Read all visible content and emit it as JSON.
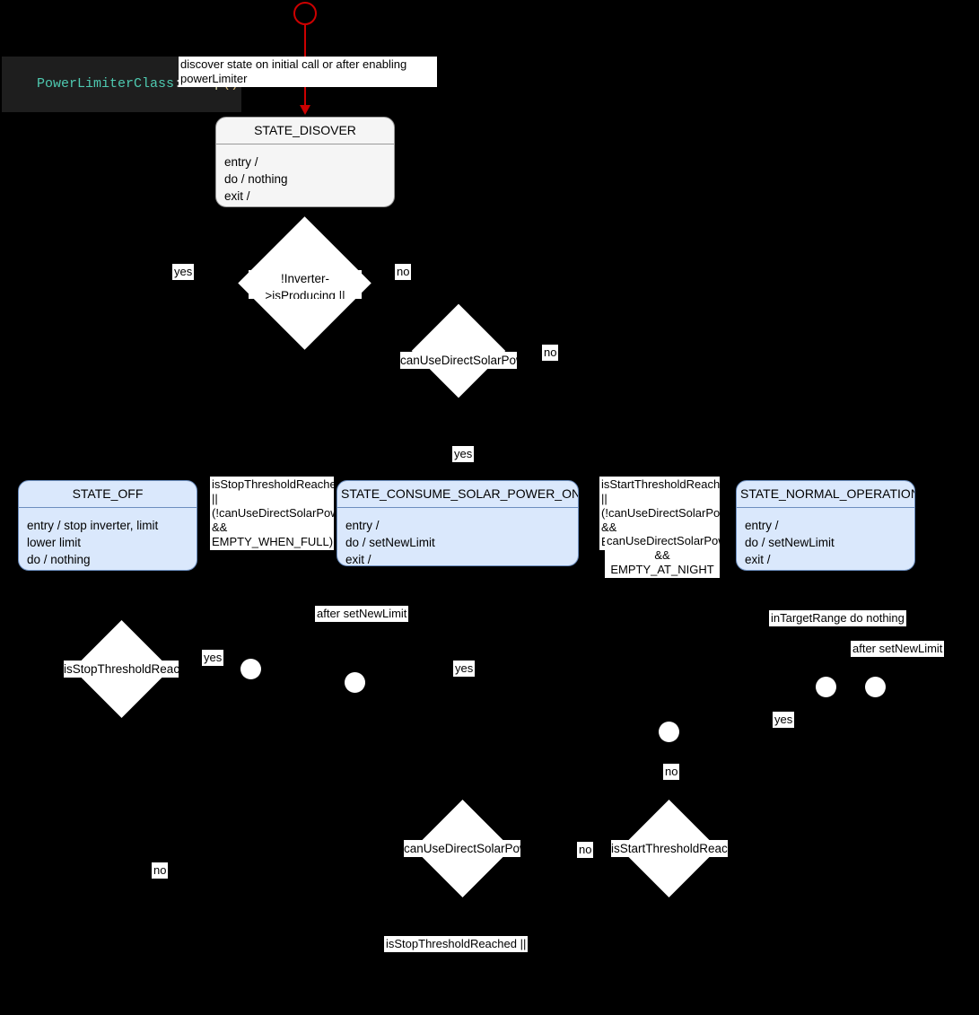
{
  "diagram": {
    "title": "PowerLimiterClass::loop()",
    "title_tokens": {
      "class": "PowerLimiterClass",
      "scope": "::",
      "fn": "loop",
      "parens": "()"
    },
    "background": "#000000",
    "accent_state_fill": "#dae8fc",
    "accent_state_stroke": "#6c8ebf",
    "start_stroke": "#cc0000"
  },
  "start": {
    "transition_label": "discover state on initial call or after enabling powerLimiter"
  },
  "states": [
    {
      "name": "STATE_DISOVER",
      "style": "plain",
      "body": "entry /\ndo / nothing\nexit /"
    },
    {
      "name": "STATE_OFF",
      "style": "blue",
      "body": "entry / stop inverter, limit lower limit\ndo / nothing\nexit / nothing"
    },
    {
      "name": "STATE_CONSUME_SOLAR_POWER_ONLY",
      "style": "blue",
      "body": "entry /\ndo / setNewLimit\nexit /"
    },
    {
      "name": "STATE_NORMAL_OPERATION",
      "style": "blue",
      "body": "entry /\ndo / setNewLimit\nexit /"
    }
  ],
  "decisions": [
    {
      "id": "d1",
      "label": "!Inverter->isProducing ||\nisStopThresholdReached"
    },
    {
      "id": "d2",
      "label": "canUseDirectSolarPower"
    },
    {
      "id": "d3",
      "label": "isStopThresholdReached"
    },
    {
      "id": "d4",
      "label": "canUseDirectSolarPower"
    },
    {
      "id": "d5",
      "label": "isStartThresholdReached"
    }
  ],
  "edge_labels": [
    {
      "id": "e_d1_yes",
      "text": "yes"
    },
    {
      "id": "e_d1_no",
      "text": "no"
    },
    {
      "id": "e_d2_no",
      "text": "no"
    },
    {
      "id": "e_d2_yes",
      "text": "yes"
    },
    {
      "id": "e_off_guard",
      "text": "isStopThresholdReached ||\n(!canUseDirectSolarPower\n&& EMPTY_WHEN_FULL)"
    },
    {
      "id": "e_normal_guard",
      "text": "isStartThresholdReached ||\n(!canUseDirectSolarPower\n&& EMPTY_AT_NIGHT)"
    },
    {
      "id": "e_solar_guard",
      "text": "canUseDirectSolarPower\n&& EMPTY_AT_NIGHT"
    },
    {
      "id": "e_after_setnewlimit_1",
      "text": "after setNewLimit"
    },
    {
      "id": "e_after_setnewlimit_2",
      "text": "after setNewLimit"
    },
    {
      "id": "e_in_target_range",
      "text": "inTargetRange do nothing"
    },
    {
      "id": "e_d3_yes",
      "text": "yes"
    },
    {
      "id": "e_d3_no",
      "text": "no"
    },
    {
      "id": "e_d4_yes",
      "text": "yes"
    },
    {
      "id": "e_d5_no_top",
      "text": "no"
    },
    {
      "id": "e_d5_no_left",
      "text": "no"
    },
    {
      "id": "e_d5_yes",
      "text": "yes"
    },
    {
      "id": "e_bottom_guard",
      "text": "isStopThresholdReached ||"
    }
  ]
}
